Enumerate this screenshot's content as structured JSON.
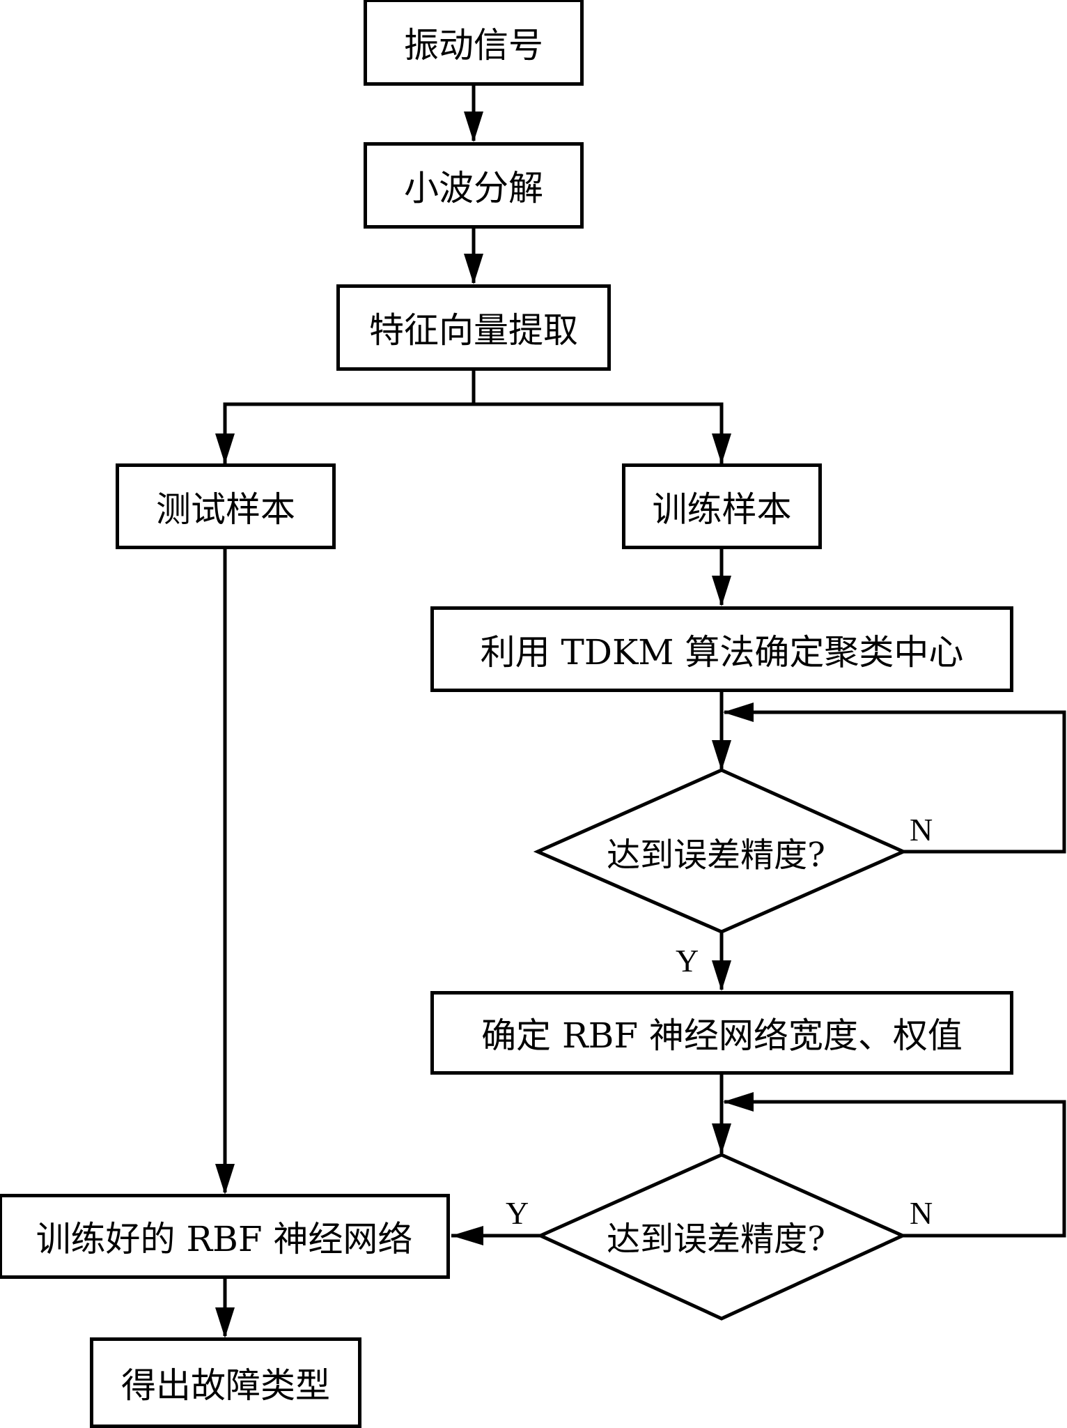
{
  "diagram": {
    "type": "flowchart",
    "nodes": {
      "vibration_signal": "振动信号",
      "wavelet_decomposition": "小波分解",
      "feature_extraction": "特征向量提取",
      "test_samples": "测试样本",
      "training_samples": "训练样本",
      "tdkm_clustering": "利用 TDKM 算法确定聚类中心",
      "decision_1": "达到误差精度?",
      "rbf_width_weights": "确定 RBF 神经网络宽度、权值",
      "decision_2": "达到误差精度?",
      "trained_rbf": "训练好的 RBF 神经网络",
      "fault_type": "得出故障类型"
    },
    "labels": {
      "d1_no": "N",
      "d1_yes": "Y",
      "d2_no": "N",
      "d2_yes": "Y"
    },
    "edges": [
      {
        "from": "vibration_signal",
        "to": "wavelet_decomposition"
      },
      {
        "from": "wavelet_decomposition",
        "to": "feature_extraction"
      },
      {
        "from": "feature_extraction",
        "to": "test_samples"
      },
      {
        "from": "feature_extraction",
        "to": "training_samples"
      },
      {
        "from": "training_samples",
        "to": "tdkm_clustering"
      },
      {
        "from": "tdkm_clustering",
        "to": "decision_1"
      },
      {
        "from": "decision_1",
        "to": "decision_1",
        "label": "N"
      },
      {
        "from": "decision_1",
        "to": "rbf_width_weights",
        "label": "Y"
      },
      {
        "from": "rbf_width_weights",
        "to": "decision_2"
      },
      {
        "from": "decision_2",
        "to": "decision_2",
        "label": "N"
      },
      {
        "from": "decision_2",
        "to": "trained_rbf",
        "label": "Y"
      },
      {
        "from": "test_samples",
        "to": "trained_rbf"
      },
      {
        "from": "trained_rbf",
        "to": "fault_type"
      }
    ]
  }
}
